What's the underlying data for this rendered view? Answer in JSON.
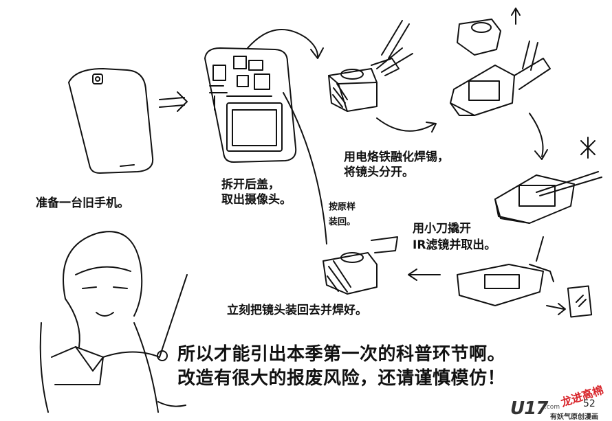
{
  "captions": {
    "step1": "准备一台旧手机。",
    "step2_line1": "拆开后盖，",
    "step2_line2": "取出摄像头。",
    "step3_line1": "用电烙铁融化焊锡，",
    "step3_line2": "将镜头分开。",
    "step4_line1": "用小刀撬开",
    "step4_line2": "IR滤镜并取出。",
    "step5_line1": "按原样",
    "step5_line2": "装回。",
    "step6": "立刻把镜头装回去并焊好。"
  },
  "speech": {
    "line1": "所以才能引出本季第一次的科普环节啊。",
    "line2": "改造有很大的报废风险，还请谨慎模仿！"
  },
  "watermark": {
    "logo": "U17",
    "domain": ".com",
    "slogan": "有妖气原创漫画",
    "author_stamp": "龙进高棉",
    "page_number": "52"
  }
}
